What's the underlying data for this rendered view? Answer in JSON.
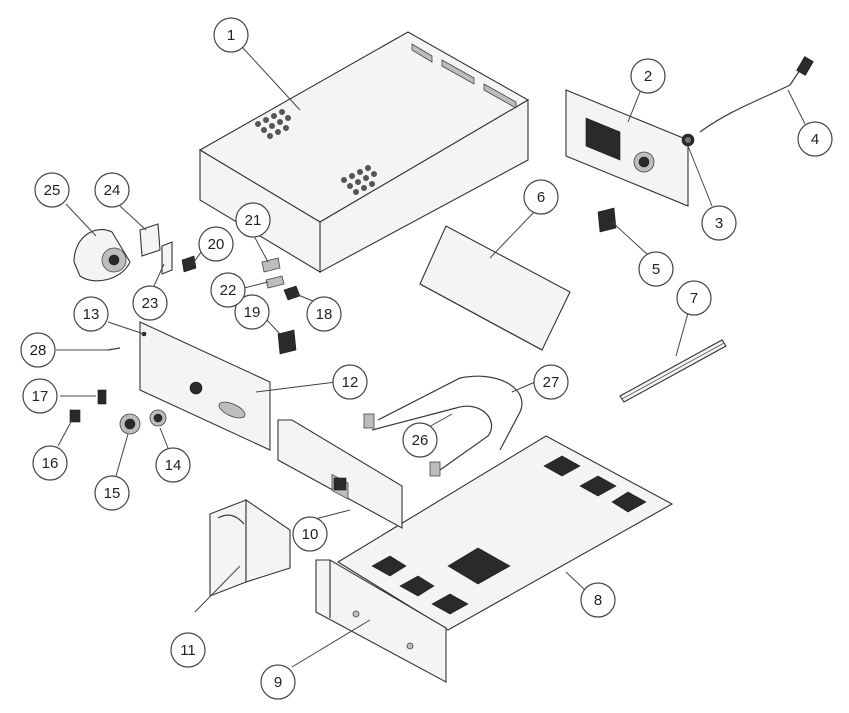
{
  "callouts": [
    {
      "id": "1",
      "label": "1"
    },
    {
      "id": "2",
      "label": "2"
    },
    {
      "id": "3",
      "label": "3"
    },
    {
      "id": "4",
      "label": "4"
    },
    {
      "id": "5",
      "label": "5"
    },
    {
      "id": "6",
      "label": "6"
    },
    {
      "id": "7",
      "label": "7"
    },
    {
      "id": "8",
      "label": "8"
    },
    {
      "id": "9",
      "label": "9"
    },
    {
      "id": "10",
      "label": "10"
    },
    {
      "id": "11",
      "label": "11"
    },
    {
      "id": "12",
      "label": "12"
    },
    {
      "id": "13",
      "label": "13"
    },
    {
      "id": "14",
      "label": "14"
    },
    {
      "id": "15",
      "label": "15"
    },
    {
      "id": "16",
      "label": "16"
    },
    {
      "id": "17",
      "label": "17"
    },
    {
      "id": "18",
      "label": "18"
    },
    {
      "id": "19",
      "label": "19"
    },
    {
      "id": "20",
      "label": "20"
    },
    {
      "id": "21",
      "label": "21"
    },
    {
      "id": "22",
      "label": "22"
    },
    {
      "id": "23",
      "label": "23"
    },
    {
      "id": "24",
      "label": "24"
    },
    {
      "id": "25",
      "label": "25"
    },
    {
      "id": "26",
      "label": "26"
    },
    {
      "id": "27",
      "label": "27"
    },
    {
      "id": "28",
      "label": "28"
    }
  ],
  "colors": {
    "line": "#333333",
    "fill": "#f4f4f4",
    "dark": "#2a2a2a",
    "background": "#ffffff"
  }
}
